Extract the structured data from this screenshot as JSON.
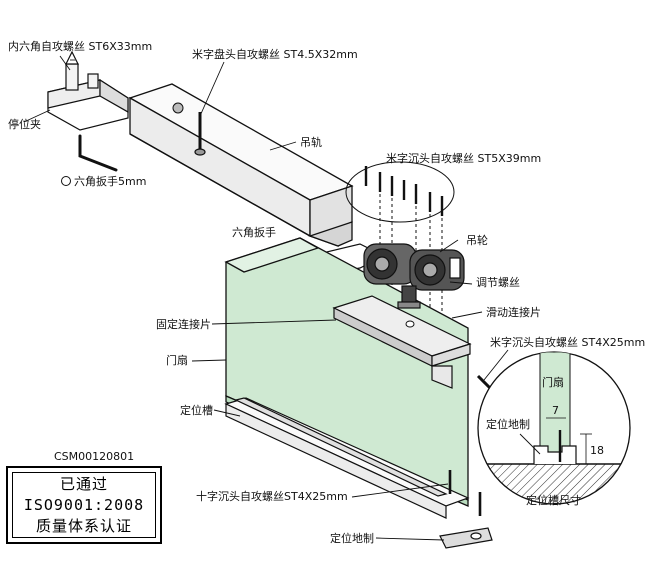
{
  "labels": {
    "hex_screw": "内六角自攻螺丝 ST6X33mm",
    "stopper": "停位夹",
    "hex_key": "六角扳手5mm",
    "pan_screw": "米字盘头自攻螺丝 ST4.5X32mm",
    "rail": "吊轨",
    "csk_screw_5": "米字沉头自攻螺丝  ST5X39mm",
    "hex_wrench": "六角扳手",
    "wheel": "吊轮",
    "adj_screw": "调节螺丝",
    "fixed_plate": "固定连接片",
    "slide_plate": "滑动连接片",
    "csk_screw_4": "米字沉头自攻螺丝  ST4X25mm",
    "door_leaf": "门扇",
    "guide_slot": "定位槽",
    "cross_screw": "十字沉头自攻螺丝ST4X25mm",
    "floor_guide": "定位地制",
    "detail_door": "门扇",
    "detail_guide": "定位地制",
    "detail_slot_size": "定位槽尺寸",
    "dim_width": "7",
    "dim_height": "18",
    "code": "CSM00120801"
  },
  "cert": {
    "line1": "已通过",
    "line2": "ISO9001:2008",
    "line3": "质量体系认证"
  },
  "colors": {
    "door_green": "#cfe9d2",
    "door_green_dark": "#b9dcbe",
    "line": "#111111"
  }
}
